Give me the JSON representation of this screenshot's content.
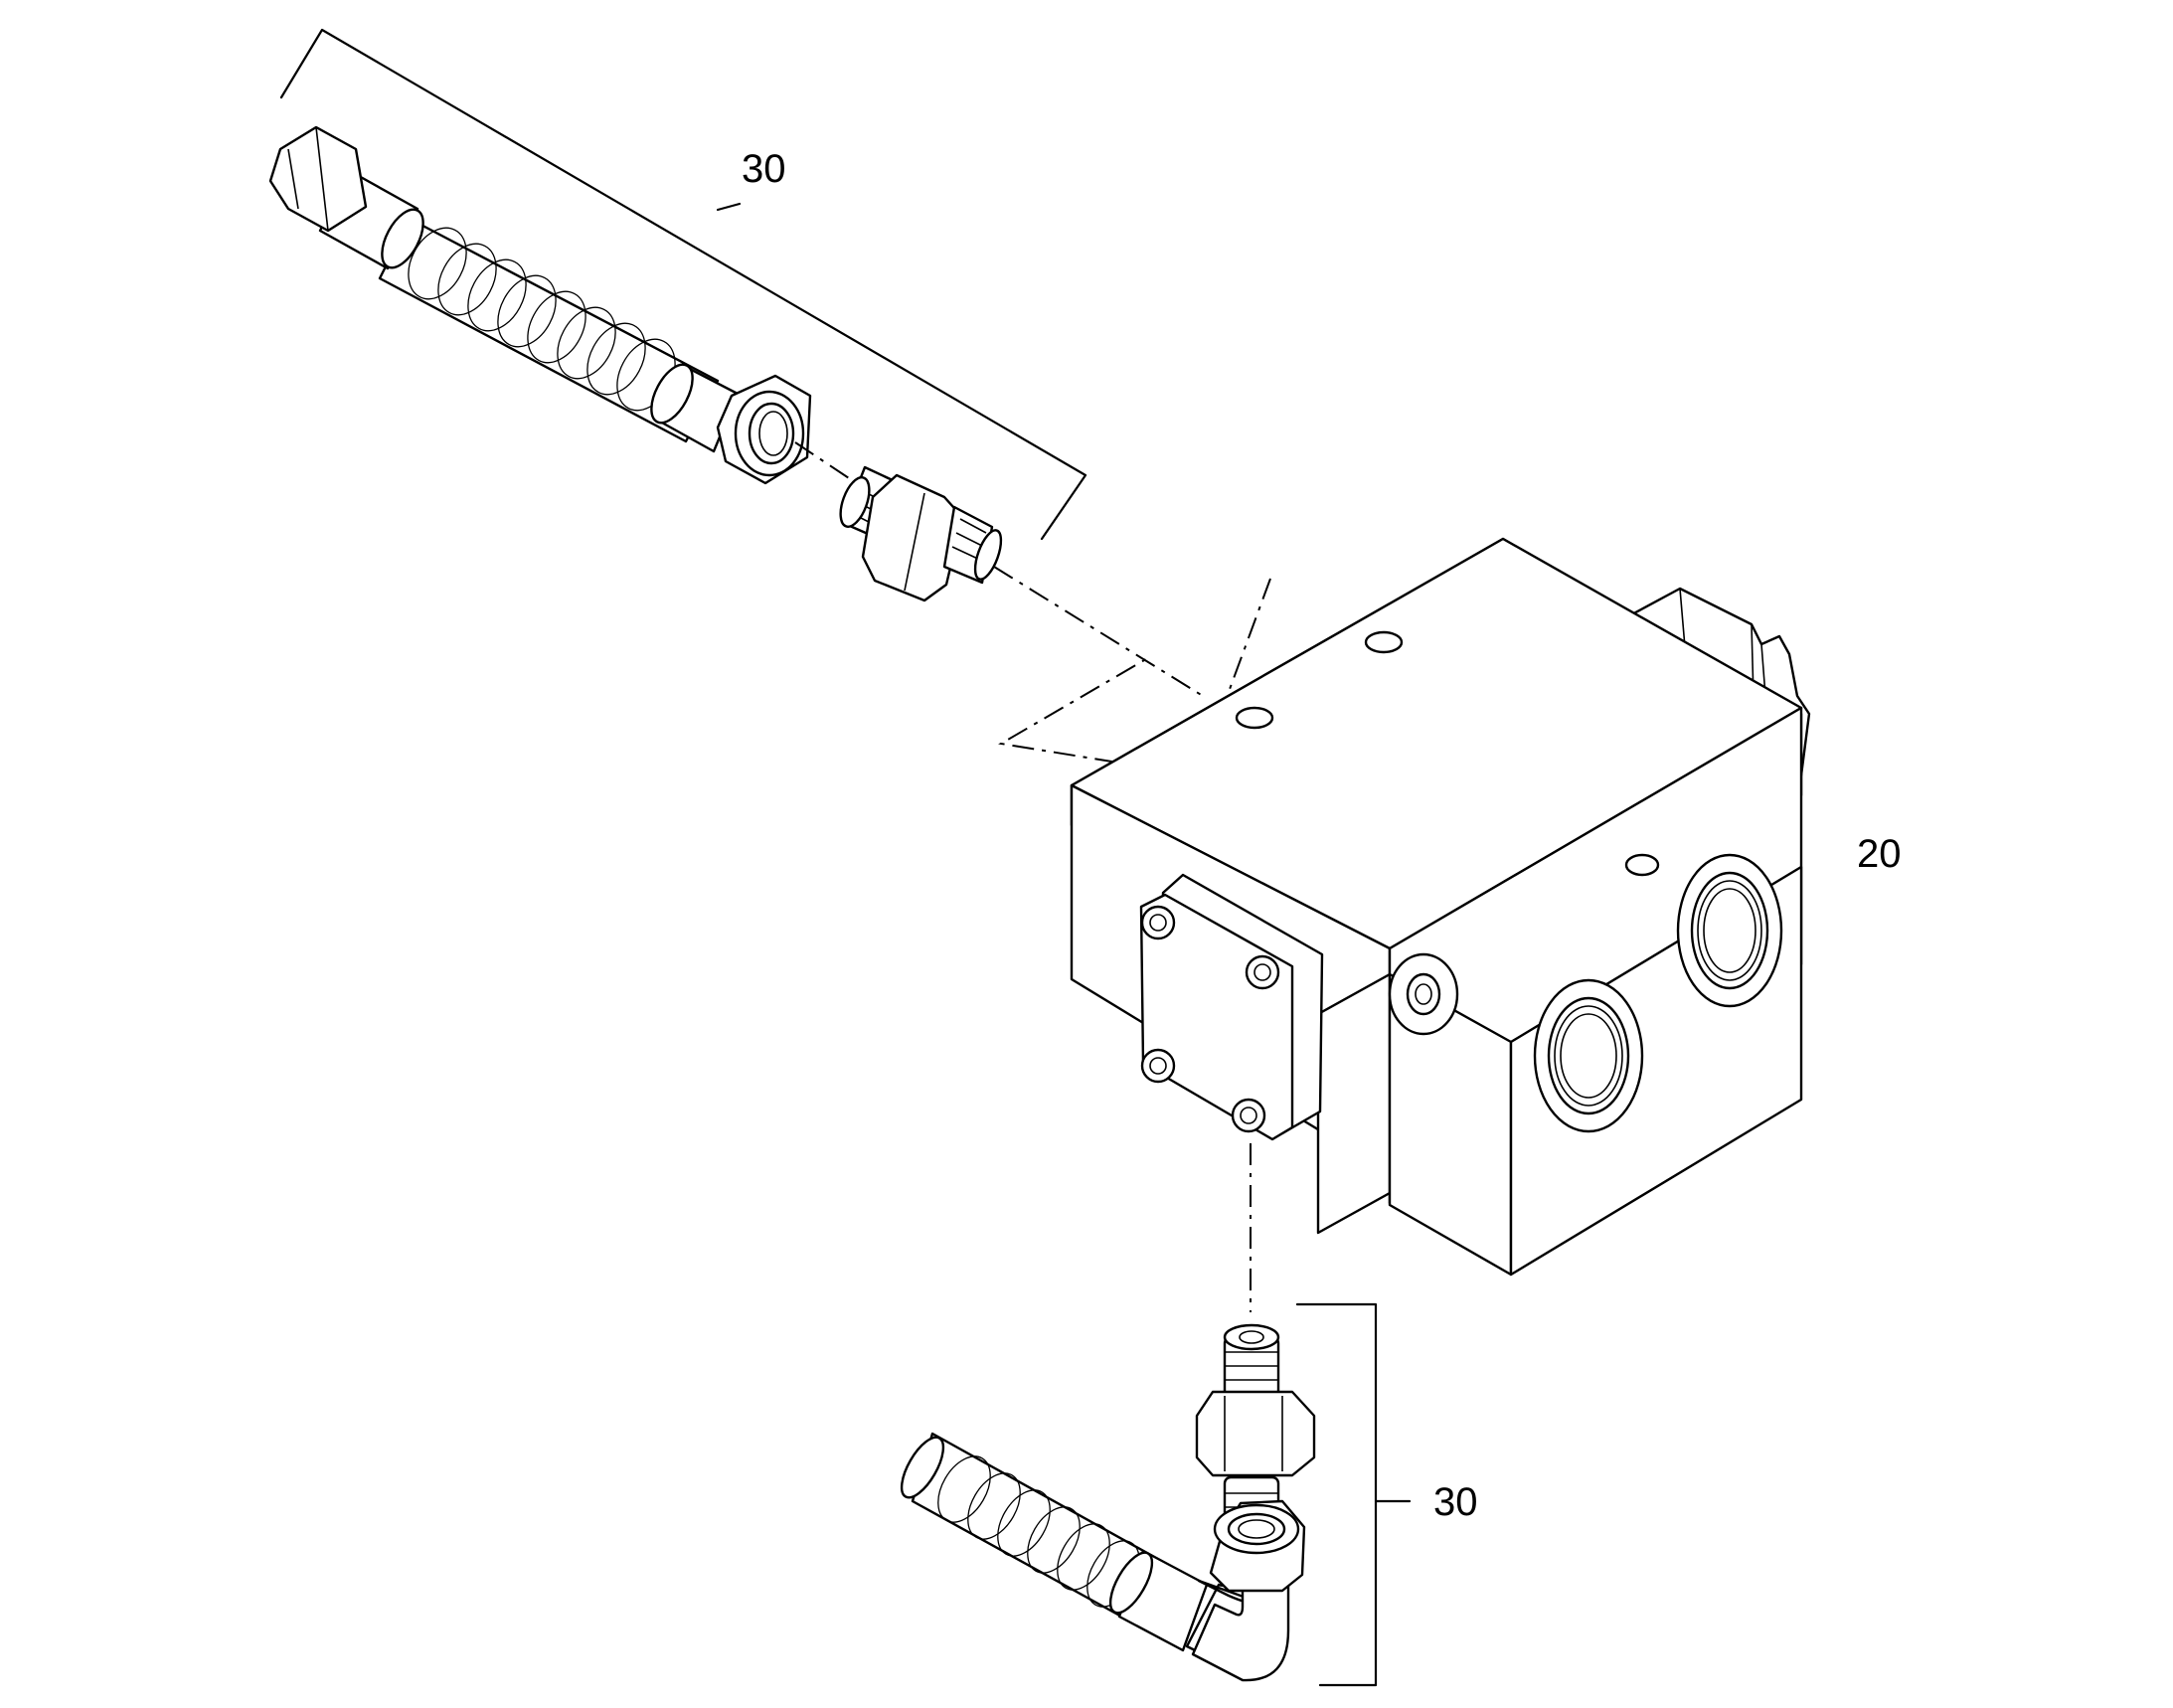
{
  "callouts": {
    "hose_assembly_top": "30",
    "valve_block": "20",
    "hose_assembly_bottom": "30"
  }
}
